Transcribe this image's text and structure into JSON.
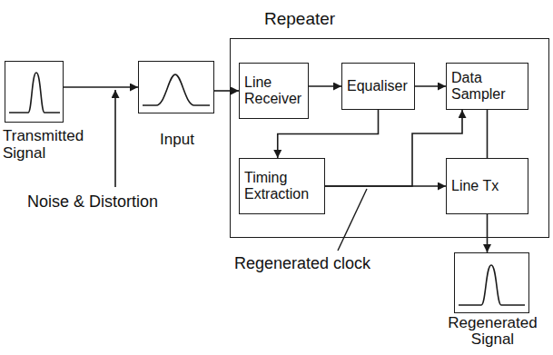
{
  "diagram": {
    "nodes": [
      {
        "text": [
          "Transmitted Signal"
        ]
      },
      {
        "text": [
          "Input"
        ]
      },
      {
        "text": [
          "Repeater"
        ]
      },
      {
        "text": [
          "Line Receiver"
        ],
        "in": 2
      },
      {
        "text": [
          "Equaliser"
        ],
        "in": 2
      },
      {
        "text": [
          "Data Sampler"
        ],
        "in": 2
      },
      {
        "text": [
          "Timing Extraction"
        ],
        "in": 2
      },
      {
        "text": [
          "Line Tx"
        ],
        "in": 2
      },
      {
        "text": [
          "Regenerated Signal"
        ]
      }
    ],
    "edges": [
      {
        "from": 0,
        "to": 1,
        "arrow": "to"
      },
      {
        "from": 1,
        "to": 3,
        "arrow": "to"
      },
      {
        "from": 3,
        "to": 4,
        "arrow": "to"
      },
      {
        "from": 4,
        "to": 5,
        "arrow": "to"
      },
      {
        "from": 4,
        "to": 6,
        "arrow": "to"
      },
      {
        "from": 6,
        "to": 7,
        "arrow": "to"
      },
      {
        "from": 6,
        "to": 5,
        "arrow": "to"
      },
      {
        "from": 5,
        "to": 7,
        "arrow": "none"
      },
      {
        "from": 7,
        "to": 8,
        "arrow": "to"
      }
    ],
    "labels": [
      "Noise & Distortion",
      "Regenerated clock"
    ]
  }
}
